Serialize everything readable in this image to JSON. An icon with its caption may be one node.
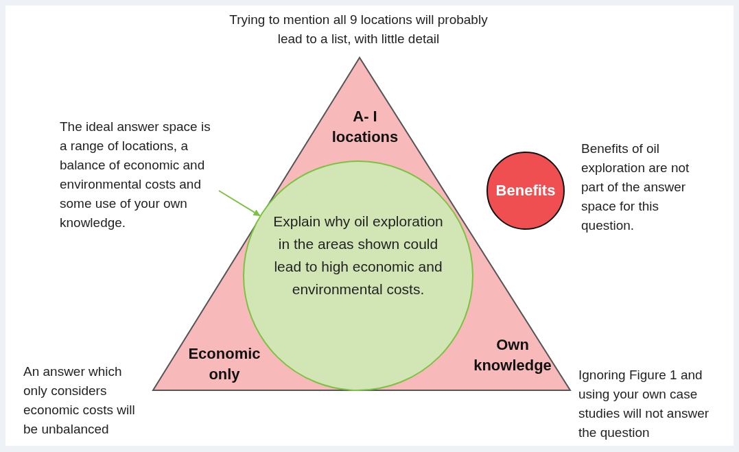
{
  "diagram": {
    "nodes": [
      {
        "text": [
          "A- I locations",
          "Economic only",
          "Own knowledge"
        ]
      },
      {
        "text": [
          "Explain why oil exploration in the areas shown could lead to high economic and environmental costs."
        ],
        "in": 0
      },
      {
        "text": [
          "The ideal answer space is a range of locations, a balance of economic and environmental costs and some use of your own knowledge."
        ]
      },
      {
        "text": [
          "Benefits"
        ]
      }
    ],
    "edges": [
      {
        "from": 2,
        "to": 1,
        "arrow": "to",
        "color": "#7cc242"
      }
    ],
    "labels": [
      "Trying to mention all 9 locations will probably lead to a list, with little detail",
      "Benefits of oil exploration are not part of the answer space for this question.",
      "An answer which only considers economic costs will be unbalanced",
      "Ignoring Figure 1 and using your own case studies will not answer the question"
    ]
  }
}
